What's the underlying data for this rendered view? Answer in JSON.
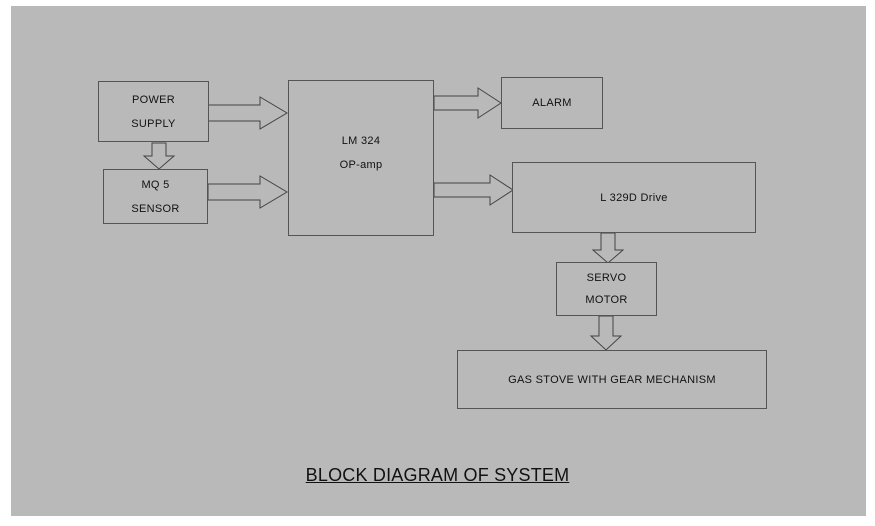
{
  "blocks": {
    "power_supply": [
      "POWER",
      "SUPPLY"
    ],
    "mq5_sensor": [
      "MQ 5",
      "SENSOR"
    ],
    "lm324": [
      "LM 324",
      "OP-amp"
    ],
    "alarm": [
      "ALARM"
    ],
    "l329d": [
      "L 329D Drive"
    ],
    "servo_motor": [
      "SERVO",
      "MOTOR"
    ],
    "gas_stove": [
      "GAS STOVE WITH GEAR MECHANISM"
    ]
  },
  "caption": "BLOCK DIAGRAM OF SYSTEM"
}
